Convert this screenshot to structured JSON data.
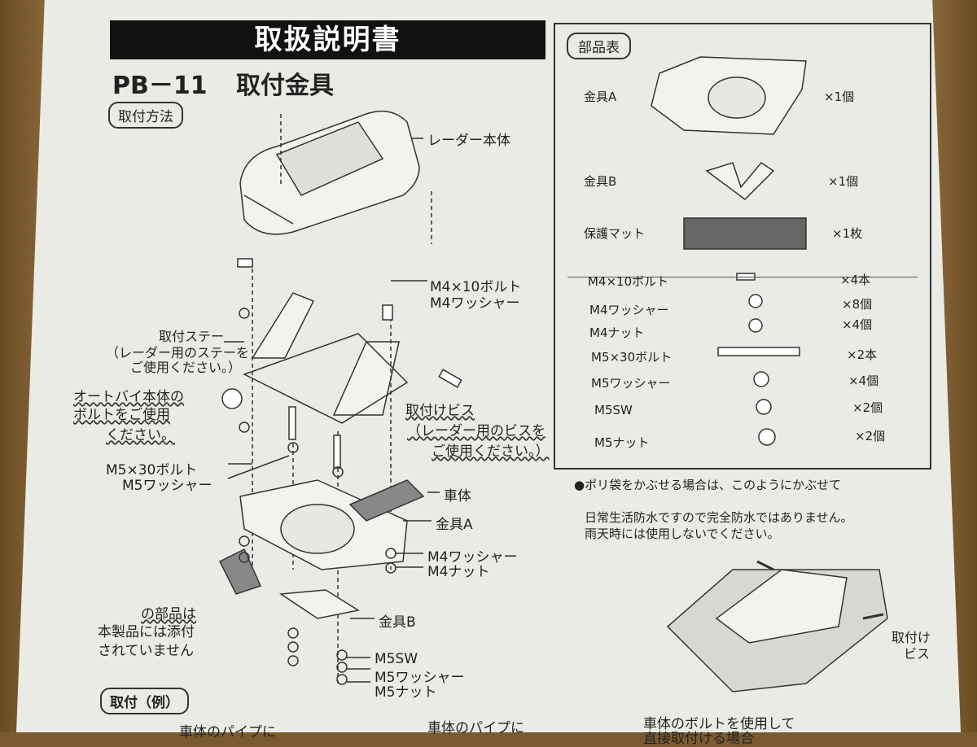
{
  "title": "取扱説明書",
  "model": "PB－11",
  "model_name": "取付金具",
  "section_mounting_method": "取付方法",
  "section_mounting_example": "取付（例）",
  "diagram": {
    "radar_body": "レーダー本体",
    "bolt_m4x10": "M4×10ボルト",
    "washer_m4_top": "M4ワッシャー",
    "stay": "取付ステー",
    "stay_note1": "（レーダー用のステーを",
    "stay_note2": "ご使用ください。）",
    "moto_bolt1": "オートバイ本体の",
    "moto_bolt2": "ボルトをご使用",
    "moto_bolt3": "ください。",
    "screw": "取付けビス",
    "screw_note1": "（レーダー用のビスを",
    "screw_note2": "ご使用ください。）",
    "bolt_m5x30": "M5×30ボルト",
    "washer_m5": "M5ワッシャー",
    "vehicle": "車体",
    "bracket_a": "金具A",
    "washer_m4_bottom": "M4ワッシャー",
    "nut_m4": "M4ナット",
    "not_included1": "の部品は",
    "not_included2": "本製品には添付",
    "not_included3": "されていません",
    "bracket_b": "金具B",
    "m5sw": "M5SW",
    "washer_m5_bottom": "M5ワッシャー",
    "nut_m5": "M5ナット"
  },
  "parts_table": {
    "title": "部品表",
    "rows": [
      {
        "name": "金具A",
        "qty": "×1個"
      },
      {
        "name": "金具B",
        "qty": "×1個"
      },
      {
        "name": "保護マット",
        "qty": "×1枚"
      },
      {
        "name": "M4×10ボルト",
        "qty": "×4本"
      },
      {
        "name": "M4ワッシャー",
        "qty": "×8個"
      },
      {
        "name": "M4ナット",
        "qty": "×4個"
      },
      {
        "name": "M5×30ボルト",
        "qty": "×2本"
      },
      {
        "name": "M5ワッシャー",
        "qty": "×4個"
      },
      {
        "name": "M5SW",
        "qty": "×2個"
      },
      {
        "name": "M5ナット",
        "qty": "×2個"
      }
    ]
  },
  "bag_note": {
    "line1": "●ポリ袋をかぶせる場合は、このようにかぶせて",
    "line2": "日常生活防水ですので完全防水ではありません。",
    "line3": "雨天時には使用しないでください。",
    "screw_label1": "取付け",
    "screw_label2": "ビス"
  },
  "bottom": {
    "text1": "車体のパイプに",
    "text2": "車体のパイプに",
    "text3": "車体のボルトを使用して",
    "text4": "直接取付ける場合"
  }
}
